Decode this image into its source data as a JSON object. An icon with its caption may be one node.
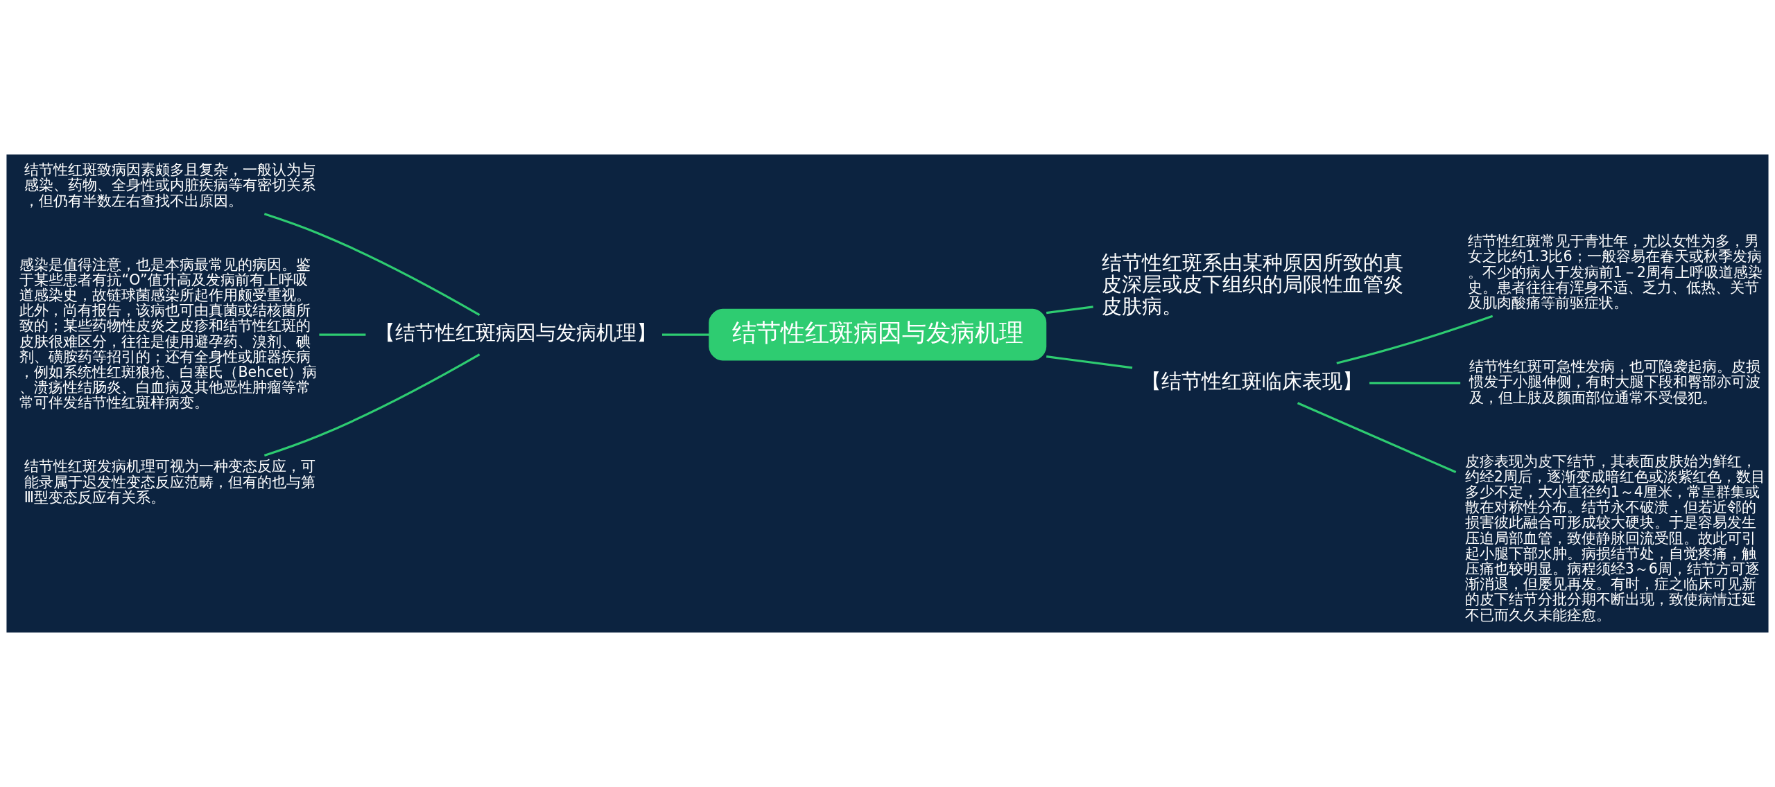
{
  "diagram": {
    "nodes": [
      {
        "text": [
          "结节性红斑病因与发病机理"
        ]
      },
      {
        "text": [
          "【结节性红斑病因与发病机理】"
        ]
      },
      {
        "text": [
          "结节性红斑致病因素颇多且复杂，一般认为与感染、药物、全身性或内脏疾病等有密切关系，但仍有半数左右查找不出原因。"
        ]
      },
      {
        "text": [
          "感染是值得注意，也是本病最常见的病因。鉴于某些患者有抗“O”值升高及发病前有上呼吸道感染史，故链球菌感染所起作用颇受重视。此外，尚有报告，该病也可由真菌或结核菌所致的；某些药物性皮炎之皮疹和结节性红斑的皮肤很难区分，往往是使用避孕药、溴剂、碘剂、磺胺药等招引的；还有全身性或脏器疾病，例如系统性红斑狼疮、白塞氏（Behcet）病、溃疡性结肠炎、白血病及其他恶性肿瘤等常常可伴发结节性红斑样病变。"
        ]
      },
      {
        "text": [
          "结节性红斑发病机理可视为一种变态反应，可能录属于迟发性变态反应范畴，但有的也与第Ⅲ型变态反应有关系。"
        ]
      },
      {
        "text": [
          "结节性红斑系由某种原因所致的真皮深层或皮下组织的局限性血管炎皮肤病。"
        ]
      },
      {
        "text": [
          "【结节性红斑临床表现】"
        ]
      },
      {
        "text": [
          "结节性红斑常见于青壮年，尤以女性为多，男女之比约1.3比6；一般容易在春天或秋季发病。不少的病人于发病前1－2周有上呼吸道感染史。患者往往有浑身不适、乏力、低热、关节及肌肉酸痛等前驱症状。"
        ]
      },
      {
        "text": [
          "结节性红斑可急性发病，也可隐袭起病。皮损惯发于小腿伸侧，有时大腿下段和臀部亦可波及，但上肢及颜面部位通常不受侵犯。"
        ]
      },
      {
        "text": [
          "皮疹表现为皮下结节，其表面皮肤始为鲜红，约经2周后，逐渐变成暗红色或淡紫红色，数目多少不定，大小直径约1～4厘米，常呈群集或散在对称性分布。结节永不破溃，但若近邻的损害彼此融合可形成较大硬块。于是容易发生压迫局部血管，致使静脉回流受阻。故此可引起小腿下部水肿。病损结节处，自觉疼痛，触压痛也较明显。病程须经3～6周，结节方可逐渐消退，但屡见再发。有时，症之临床可见新的皮下结节分批分期不断出现，致使病情迁延不已而久久未能痊愈。"
        ]
      }
    ],
    "edges": [
      {
        "from": 0,
        "to": 1,
        "arrow": "none"
      },
      {
        "from": 1,
        "to": 2,
        "arrow": "none"
      },
      {
        "from": 1,
        "to": 3,
        "arrow": "none"
      },
      {
        "from": 1,
        "to": 4,
        "arrow": "none"
      },
      {
        "from": 0,
        "to": 5,
        "arrow": "none"
      },
      {
        "from": 0,
        "to": 6,
        "arrow": "none"
      },
      {
        "from": 6,
        "to": 7,
        "arrow": "none"
      },
      {
        "from": 6,
        "to": 8,
        "arrow": "none"
      },
      {
        "from": 6,
        "to": 9,
        "arrow": "none"
      }
    ]
  }
}
